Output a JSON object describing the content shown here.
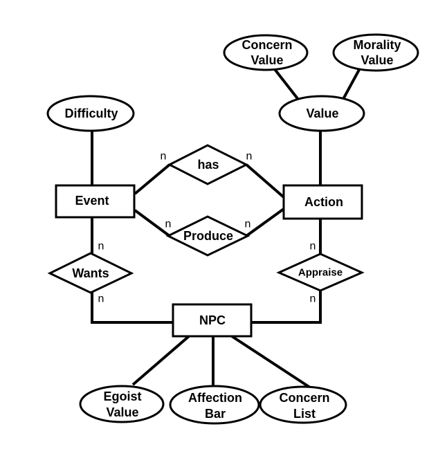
{
  "entities": {
    "event": "Event",
    "action": "Action",
    "npc": "NPC"
  },
  "relationships": {
    "has": "has",
    "produce": "Produce",
    "wants": "Wants",
    "appraise": "Appraise"
  },
  "attributes": {
    "difficulty": "Difficulty",
    "value": "Value",
    "concern_value": [
      "Concern",
      "Value"
    ],
    "morality_value": [
      "Morality",
      "Value"
    ],
    "egoist_value": [
      "Egoist",
      "Value"
    ],
    "affection_bar": [
      "Affection",
      "Bar"
    ],
    "concern_list": [
      "Concern",
      "List"
    ]
  },
  "cardinality": "n"
}
